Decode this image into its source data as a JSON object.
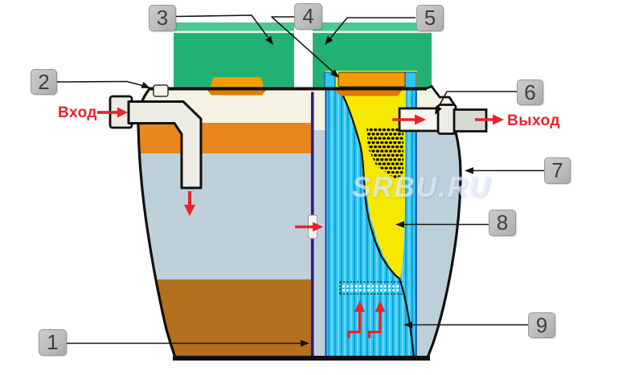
{
  "diagram": {
    "watermark": "SRBU.RU",
    "inlet_label": "Вход",
    "outlet_label": "Выход",
    "callouts": [
      {
        "number": "1"
      },
      {
        "number": "2"
      },
      {
        "number": "3"
      },
      {
        "number": "4"
      },
      {
        "number": "5"
      },
      {
        "number": "6"
      },
      {
        "number": "7"
      },
      {
        "number": "8"
      },
      {
        "number": "9"
      }
    ],
    "colors": {
      "background": "#ffffff",
      "cover_green": "#21b273",
      "cover_green_light": "#4cc893",
      "cover_divider": "#e6f4ea",
      "lid_orange": "#f59b07",
      "lid_orange_dark": "#df7c04",
      "tank_cream": "#f4f2e3",
      "scum_orange": "#e8851c",
      "water_blue": "#bdd0da",
      "sludge_brown": "#b4701d",
      "filter_yellow": "#f7e800",
      "filter_cyan": "#2fc7f2",
      "filter_cyan_dark": "#0c9cd6",
      "filter_cyan_light": "#8ce0f8",
      "partition_navy": "#321d7d",
      "arrow_red": "#e8232a",
      "outline_black": "#101010",
      "label_gray": "#bdbdbd",
      "label_border": "#979797",
      "label_text": "#3f3f3f",
      "pipe_white": "#edece4",
      "pipe_gray": "#d8d8d3"
    }
  }
}
